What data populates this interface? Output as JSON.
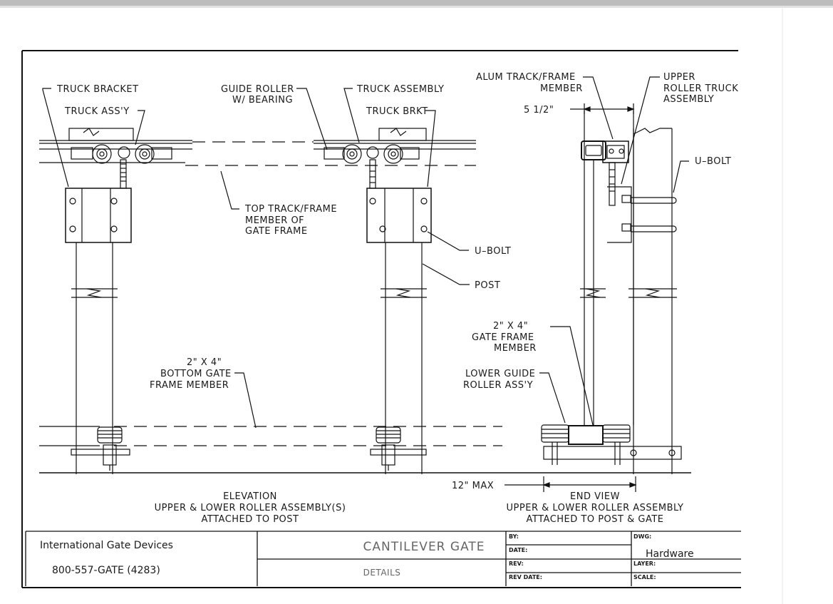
{
  "elevation": {
    "labels": {
      "truck_bracket": "TRUCK BRACKET",
      "truck_assy": "TRUCK ASS'Y",
      "guide_roller_1": "GUIDE ROLLER",
      "guide_roller_2": "W/ BEARING",
      "truck_assembly": "TRUCK ASSEMBLY",
      "truck_brkt": "TRUCK BRKT",
      "top_track_1": "TOP TRACK/FRAME",
      "top_track_2": "MEMBER OF",
      "top_track_3": "GATE FRAME",
      "u_bolt": "U–BOLT",
      "post": "POST",
      "bottom_1": "2\" X 4\"",
      "bottom_2": "BOTTOM GATE",
      "bottom_3": "FRAME MEMBER"
    },
    "caption": {
      "line1": "ELEVATION",
      "line2": "UPPER & LOWER ROLLER ASSEMBLY(S)",
      "line3": "ATTACHED TO POST"
    }
  },
  "end_view": {
    "labels": {
      "alum_1": "ALUM TRACK/FRAME",
      "alum_2": "MEMBER",
      "upper_1": "UPPER",
      "upper_2": "ROLLER TRUCK",
      "upper_3": "ASSEMBLY",
      "dim_width": "5 1/2\"",
      "u_bolt": "U–BOLT",
      "gate_1": "2\" X 4\"",
      "gate_2": "GATE FRAME",
      "gate_3": "MEMBER",
      "lower_1": "LOWER GUIDE",
      "lower_2": "ROLLER ASS'Y",
      "dim_max": "12\" MAX"
    },
    "caption": {
      "line1": "END VIEW",
      "line2": "UPPER & LOWER ROLLER ASSEMBLY",
      "line3": "ATTACHED TO POST & GATE"
    }
  },
  "title_block": {
    "company": "International Gate Devices",
    "phone": "800-557-GATE (4283)",
    "title": "CANTILEVER GATE",
    "subtitle": "DETAILS",
    "by_label": "BY:",
    "date_label": "DATE:",
    "rev_label": "REV:",
    "rev_date_label": "REV DATE:",
    "dwg_label": "DWG:",
    "dwg_value": "Hardware",
    "layer_label": "LAYER:",
    "scale_label": "SCALE:"
  }
}
